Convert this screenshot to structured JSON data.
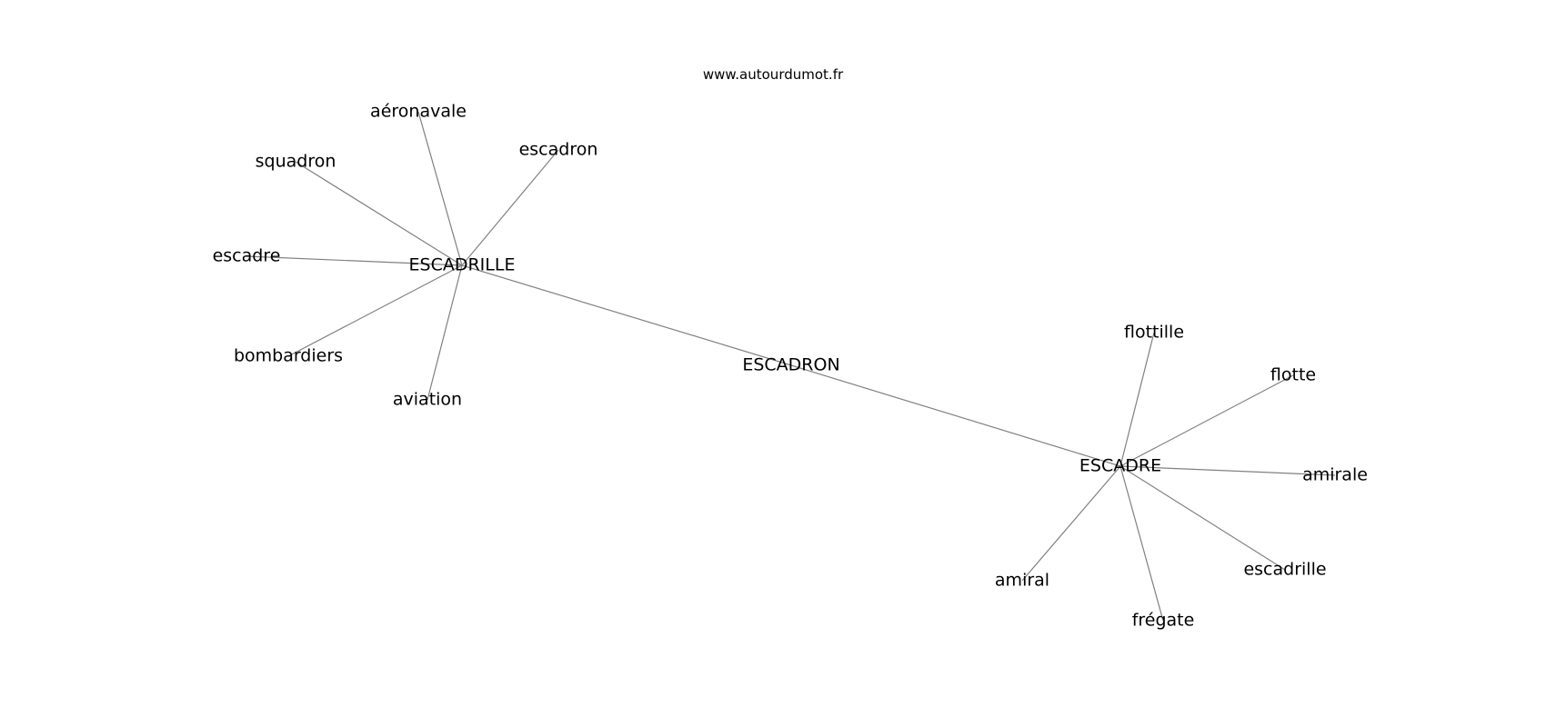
{
  "header": {
    "site": "www.autourdumot.fr"
  },
  "graph": {
    "edge_color": "#808080",
    "nodes": [
      {
        "id": "ESCADRON",
        "label": "ESCADRON"
      },
      {
        "id": "ESCADRILLE",
        "label": "ESCADRILLE"
      },
      {
        "id": "ESCADRE",
        "label": "ESCADRE"
      },
      {
        "id": "aeronavale",
        "label": "aéronavale"
      },
      {
        "id": "squadron",
        "label": "squadron"
      },
      {
        "id": "escadron",
        "label": "escadron"
      },
      {
        "id": "escadre",
        "label": "escadre"
      },
      {
        "id": "bombardiers",
        "label": "bombardiers"
      },
      {
        "id": "aviation",
        "label": "aviation"
      },
      {
        "id": "flottille",
        "label": "flottille"
      },
      {
        "id": "flotte",
        "label": "flotte"
      },
      {
        "id": "amirale",
        "label": "amirale"
      },
      {
        "id": "escadrille",
        "label": "escadrille"
      },
      {
        "id": "fregate",
        "label": "frégate"
      },
      {
        "id": "amiral",
        "label": "amiral"
      }
    ],
    "edges": [
      [
        "ESCADRON",
        "ESCADRILLE"
      ],
      [
        "ESCADRON",
        "ESCADRE"
      ],
      [
        "ESCADRILLE",
        "aeronavale"
      ],
      [
        "ESCADRILLE",
        "squadron"
      ],
      [
        "ESCADRILLE",
        "escadron"
      ],
      [
        "ESCADRILLE",
        "escadre"
      ],
      [
        "ESCADRILLE",
        "bombardiers"
      ],
      [
        "ESCADRILLE",
        "aviation"
      ],
      [
        "ESCADRE",
        "flottille"
      ],
      [
        "ESCADRE",
        "flotte"
      ],
      [
        "ESCADRE",
        "amirale"
      ],
      [
        "ESCADRE",
        "escadrille"
      ],
      [
        "ESCADRE",
        "fregate"
      ],
      [
        "ESCADRE",
        "amiral"
      ]
    ]
  }
}
